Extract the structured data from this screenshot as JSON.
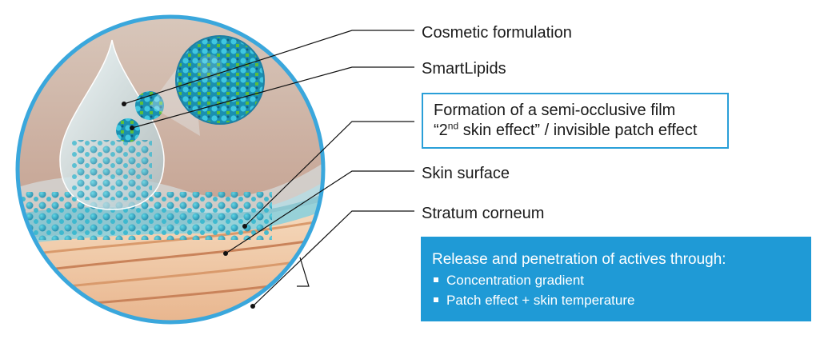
{
  "labels": {
    "cosmetic_formulation": "Cosmetic formulation",
    "smartlipids": "SmartLipids",
    "film_line1": "Formation of a semi-occlusive film",
    "film_line2_prefix": "“2",
    "film_line2_sup": "nd",
    "film_line2_suffix": " skin effect” / invisible patch effect",
    "skin_surface": "Skin surface",
    "stratum_corneum": "Stratum corneum"
  },
  "release": {
    "title": "Release and penetration of actives through:",
    "bullets": [
      "Concentration gradient",
      "Patch effect + skin temperature"
    ]
  },
  "colors": {
    "accent": "#1f9ad6",
    "film_border": "#2a9fd8",
    "circle_ring": "#3aa7dc",
    "lipid_particle": "#2ab0c8",
    "skin_layer": "#f2c9a3"
  }
}
